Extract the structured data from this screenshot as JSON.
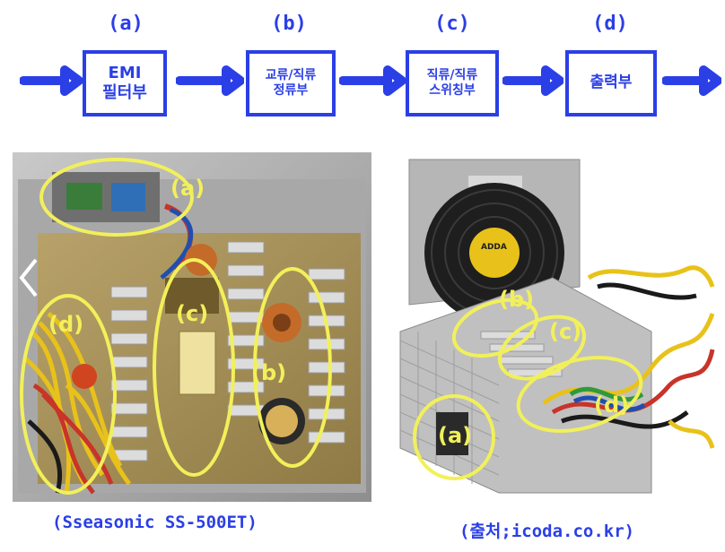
{
  "flow": {
    "stages": [
      {
        "letter": "(a)",
        "label": "EMI\n필터부"
      },
      {
        "letter": "(b)",
        "label": "교류/직류\n정류부"
      },
      {
        "letter": "(c)",
        "label": "직류/직류\n스위칭부"
      },
      {
        "letter": "(d)",
        "label": "출력부"
      }
    ]
  },
  "photos": {
    "left": {
      "markers": [
        "(a)",
        "(b)",
        "(c)",
        "(d)"
      ]
    },
    "right": {
      "markers": [
        "(a)",
        "(b)",
        "(c)",
        "(d)"
      ],
      "fan_label": "ADDA"
    }
  },
  "captions": {
    "left": "(Sseasonic SS-500ET)",
    "right": "(출처;icoda.co.kr)"
  },
  "colors": {
    "accent": "#2b3fe6",
    "highlight": "#f2f05a"
  }
}
